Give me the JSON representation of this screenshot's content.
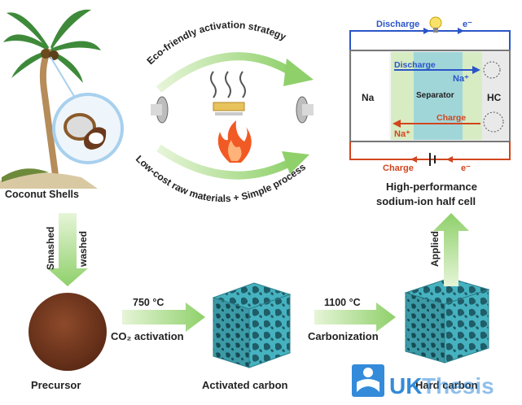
{
  "labels": {
    "coconut_shells": "Coconut Shells",
    "eco_friendly": "Eco-friendly activation strategy",
    "low_cost": "Low-cost raw materials + Simple process",
    "smashed": "Smashed",
    "washed": "washed",
    "precursor": "Precursor",
    "temp_750": "750 °C",
    "co2_activation": "CO₂ activation",
    "activated_carbon": "Activated carbon",
    "temp_1100": "1100 °C",
    "carbonization": "Carbonization",
    "applied": "Applied",
    "hard_carbon": "Hard carbon",
    "cell_title_line1": "High-performance",
    "cell_title_line2": "sodium-ion half cell"
  },
  "cell": {
    "discharge_top": "Discharge",
    "electron_top": "e⁻",
    "na": "Na",
    "separator": "Separator",
    "hc": "HC",
    "discharge_inner": "Discharge",
    "na_plus_right": "Na⁺",
    "na_plus_left": "Na⁺",
    "charge_inner": "Charge",
    "charge_bottom": "Charge",
    "electron_bottom": "e⁻"
  },
  "watermark": {
    "text_uk": "UK",
    "text_thesis": "Thesis"
  },
  "colors": {
    "arrow_green": "#a8dc84",
    "cell_blue": "#2b55c8",
    "cell_red": "#d2451e",
    "carbon_teal": "#3fa7b4",
    "precursor_brown": "#7a3d22",
    "watermark_blue": "#1e7fd6"
  }
}
